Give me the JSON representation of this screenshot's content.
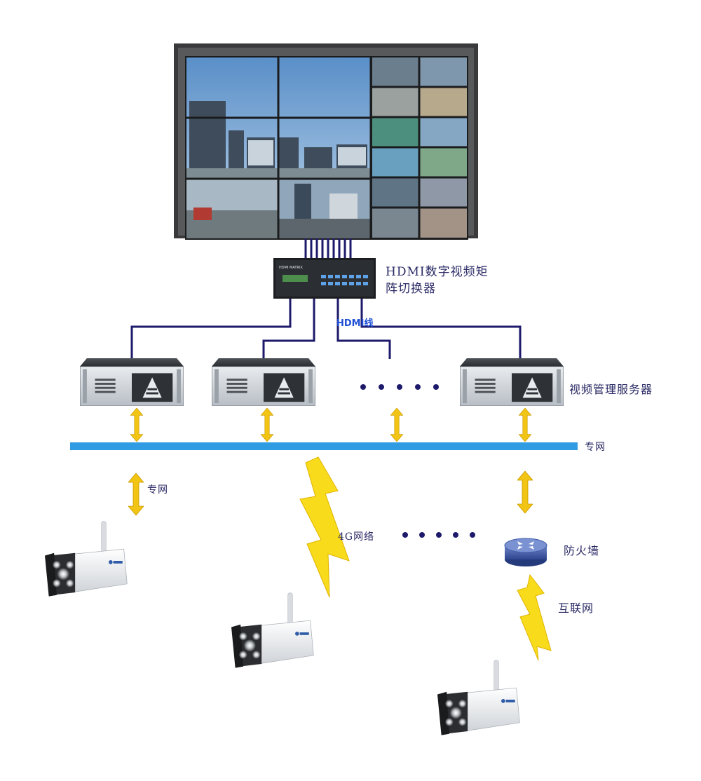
{
  "labels": {
    "matrix_line1": "HDMI数字视频矩",
    "matrix_line2": "阵切换器",
    "hdmi_cable": "HDMI线",
    "servers": "视频管理服务器",
    "private_net_right": "专网",
    "private_net_left": "专网",
    "net_4g": "4G网络",
    "firewall": "防火墙",
    "internet": "互联网"
  },
  "device_text": {
    "matrix_panel": "HDMI MATRIX"
  },
  "icons": [
    "video-wall-icon",
    "hdmi-matrix-switch-icon",
    "rack-server-icon",
    "bidirectional-arrow-icon",
    "lightning-bolt-icon",
    "router-firewall-icon",
    "wireless-camera-icon",
    "ellipsis-dots-icon"
  ],
  "colors": {
    "cable": "#1d1a6b",
    "backbone": "#2f9be3",
    "arrow": "#f2c414",
    "bolt": "#f8dc1c",
    "label": "#2a2a66",
    "hdmi_label": "#1f4fd6",
    "router": "#3f5aa8"
  }
}
